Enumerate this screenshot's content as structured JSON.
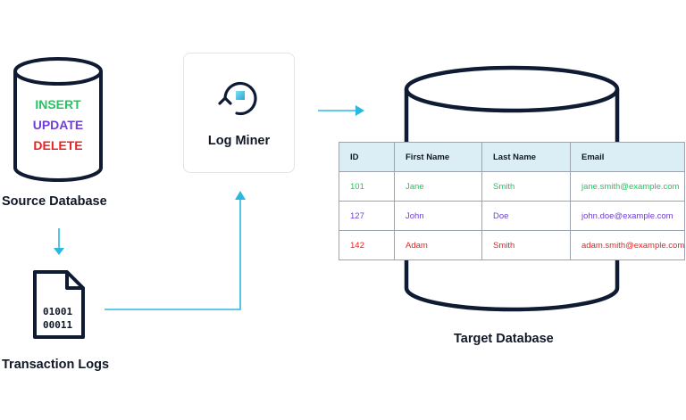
{
  "source": {
    "label": "Source Database",
    "operations": [
      {
        "text": "INSERT",
        "color": "#22c55e"
      },
      {
        "text": "UPDATE",
        "color": "#6d3fd6"
      },
      {
        "text": "DELETE",
        "color": "#ef2020"
      }
    ]
  },
  "logs": {
    "label": "Transaction Logs",
    "bits": [
      "01001",
      "00011"
    ]
  },
  "miner": {
    "label": "Log Miner"
  },
  "target": {
    "label": "Target Database"
  },
  "table": {
    "headers": [
      "ID",
      "First Name",
      "Last Name",
      "Email"
    ],
    "rows": [
      {
        "color": "#22c55e",
        "cells": [
          "101",
          "Jane",
          "Smith",
          "jane.smith@example.com"
        ]
      },
      {
        "color": "#6d3fd6",
        "cells": [
          "127",
          "John",
          "Doe",
          "john.doe@example.com"
        ]
      },
      {
        "color": "#ef2020",
        "cells": [
          "142",
          "Adam",
          "Smith",
          "adam.smith@example.com"
        ]
      }
    ]
  },
  "colors": {
    "stroke": "#0f1a33",
    "arrow": "#2bb8e0"
  }
}
